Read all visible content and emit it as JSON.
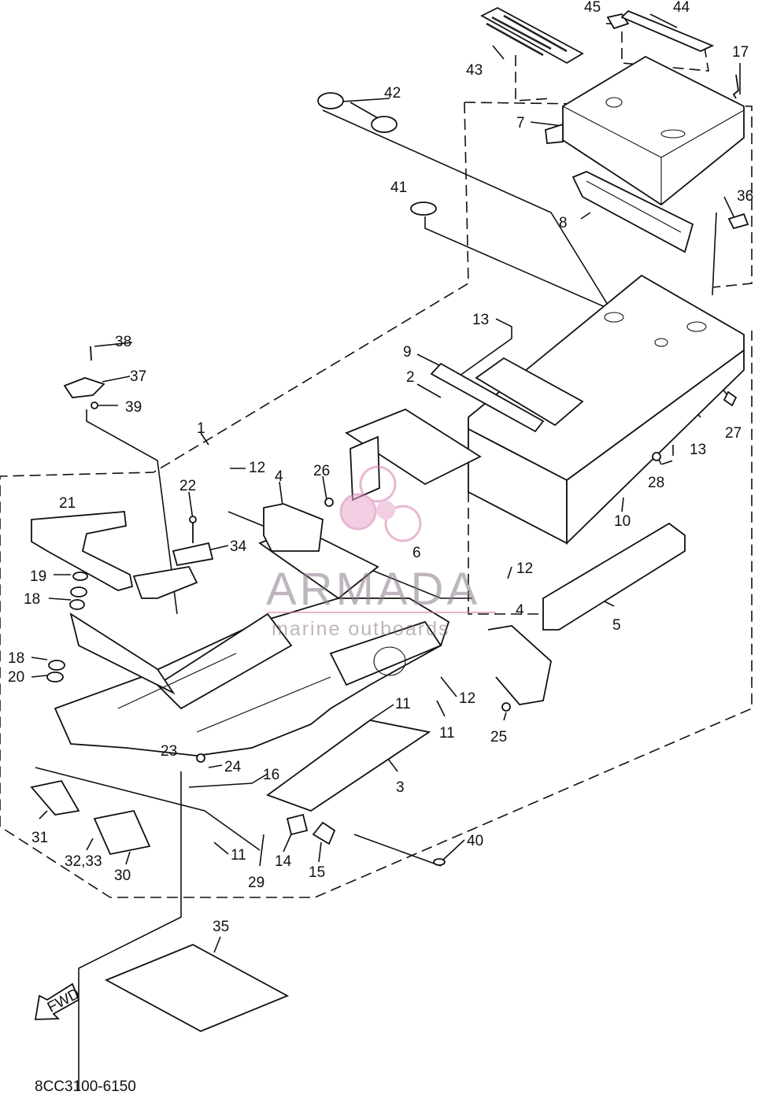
{
  "diagram": {
    "code": "8CC3100-6150",
    "fwd_label": "FWD",
    "watermark": {
      "brand": "ARMADA",
      "tagline": "marine outboards"
    },
    "callouts": [
      {
        "id": "c45",
        "text": "45"
      },
      {
        "id": "c44",
        "text": "44"
      },
      {
        "id": "c17",
        "text": "17"
      },
      {
        "id": "c43",
        "text": "43"
      },
      {
        "id": "c42",
        "text": "42"
      },
      {
        "id": "c7",
        "text": "7"
      },
      {
        "id": "c41",
        "text": "41"
      },
      {
        "id": "c36",
        "text": "36"
      },
      {
        "id": "c8",
        "text": "8"
      },
      {
        "id": "c13a",
        "text": "13"
      },
      {
        "id": "c38",
        "text": "38"
      },
      {
        "id": "c9",
        "text": "9"
      },
      {
        "id": "c37",
        "text": "37"
      },
      {
        "id": "c2",
        "text": "2"
      },
      {
        "id": "c39",
        "text": "39"
      },
      {
        "id": "c27",
        "text": "27"
      },
      {
        "id": "c1",
        "text": "1"
      },
      {
        "id": "c13b",
        "text": "13"
      },
      {
        "id": "c12a",
        "text": "12"
      },
      {
        "id": "c26",
        "text": "26"
      },
      {
        "id": "c4a",
        "text": "4"
      },
      {
        "id": "c28",
        "text": "28"
      },
      {
        "id": "c22",
        "text": "22"
      },
      {
        "id": "c21",
        "text": "21"
      },
      {
        "id": "c10",
        "text": "10"
      },
      {
        "id": "c34",
        "text": "34"
      },
      {
        "id": "c6",
        "text": "6"
      },
      {
        "id": "c12b",
        "text": "12"
      },
      {
        "id": "c19",
        "text": "19"
      },
      {
        "id": "c18a",
        "text": "18"
      },
      {
        "id": "c4b",
        "text": "4"
      },
      {
        "id": "c5",
        "text": "5"
      },
      {
        "id": "c18b",
        "text": "18"
      },
      {
        "id": "c20",
        "text": "20"
      },
      {
        "id": "c12c",
        "text": "12"
      },
      {
        "id": "c11a",
        "text": "11"
      },
      {
        "id": "c11b",
        "text": "11"
      },
      {
        "id": "c25",
        "text": "25"
      },
      {
        "id": "c23",
        "text": "23"
      },
      {
        "id": "c24",
        "text": "24"
      },
      {
        "id": "c3",
        "text": "3"
      },
      {
        "id": "c16",
        "text": "16"
      },
      {
        "id": "c31",
        "text": "31"
      },
      {
        "id": "c40",
        "text": "40"
      },
      {
        "id": "c3233",
        "text": "32,33"
      },
      {
        "id": "c11c",
        "text": "11"
      },
      {
        "id": "c14",
        "text": "14"
      },
      {
        "id": "c30",
        "text": "30"
      },
      {
        "id": "c29",
        "text": "29"
      },
      {
        "id": "c15",
        "text": "15"
      },
      {
        "id": "c35",
        "text": "35"
      }
    ]
  }
}
